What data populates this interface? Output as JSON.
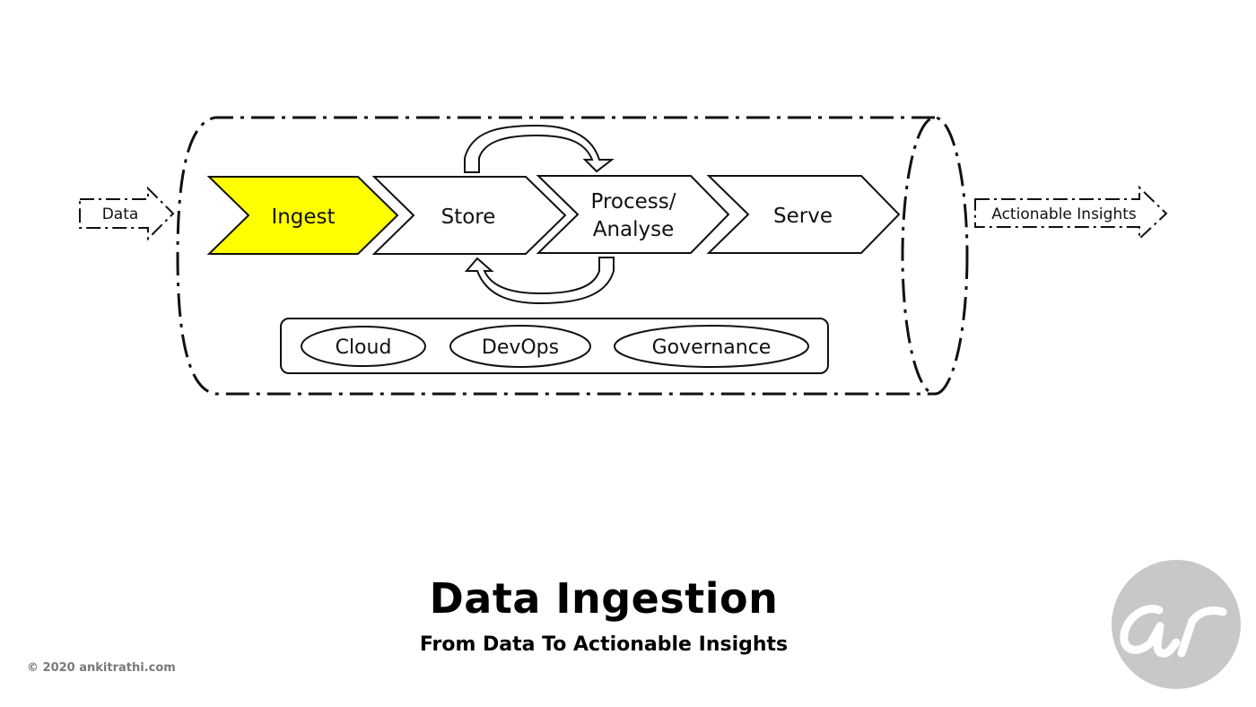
{
  "input_label": "Data",
  "output_label": "Actionable Insights",
  "stages": [
    {
      "lines": [
        "Ingest"
      ],
      "highlighted": true
    },
    {
      "lines": [
        "Store"
      ],
      "highlighted": false
    },
    {
      "lines": [
        "Process/",
        "Analyse"
      ],
      "highlighted": false
    },
    {
      "lines": [
        "Serve"
      ],
      "highlighted": false
    }
  ],
  "foundations": [
    "Cloud",
    "DevOps",
    "Governance"
  ],
  "title": "Data Ingestion",
  "subtitle": "From Data To Actionable Insights",
  "copyright": "©  2020  ankitrathi.com",
  "logo_text": "ar",
  "colors": {
    "highlight": "#ffff00",
    "stroke": "#111111",
    "logo_circle": "#c8c8c8",
    "logo_text": "#ffffff",
    "copyright": "#7a7a7a"
  }
}
